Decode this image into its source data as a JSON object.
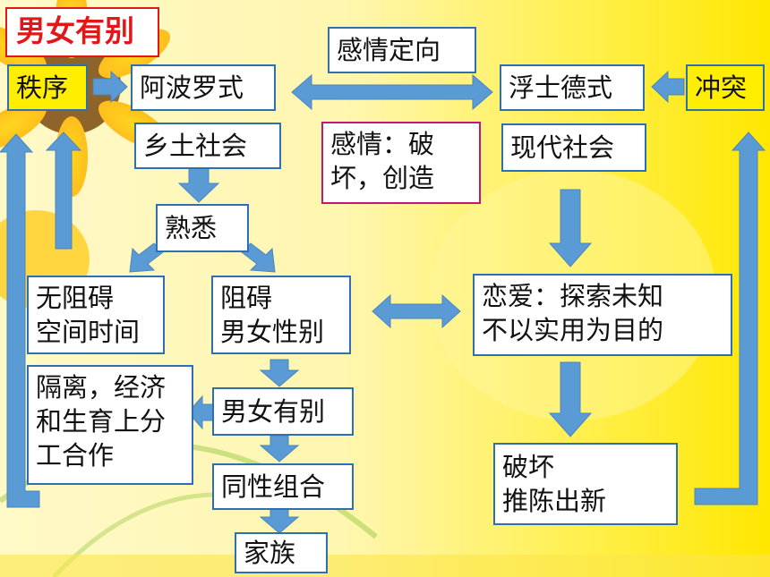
{
  "slide": {
    "title": "男女有别",
    "boxes": {
      "order": "秩序",
      "apollonian": "阿波罗式",
      "emotion_orientation": "感情定向",
      "faustian": "浮士德式",
      "conflict": "冲突",
      "rural_society": "乡土社会",
      "emotion_effect_1": "感情：破",
      "emotion_effect_2": "坏，创造",
      "modern_society": "现代社会",
      "familiarity": "熟悉",
      "no_barrier_1": "无阻碍",
      "no_barrier_2": "空间时间",
      "barrier_1": "阻碍",
      "barrier_2": "男女性别",
      "love_1": "恋爱：探索未知",
      "love_2": "不以实用为目的",
      "separation_1": "隔离，经济",
      "separation_2": "和生育上分",
      "separation_3": "工合作",
      "gender_distinction": "男女有别",
      "same_sex_group": "同性组合",
      "clan": "家族",
      "destroy_1": "破坏",
      "destroy_2": "推陈出新"
    }
  },
  "colors": {
    "arrow": "#5b9bd5",
    "box_border": "#2e6fb0",
    "title": "#e01818",
    "emphasis_box": "#ffee00"
  }
}
